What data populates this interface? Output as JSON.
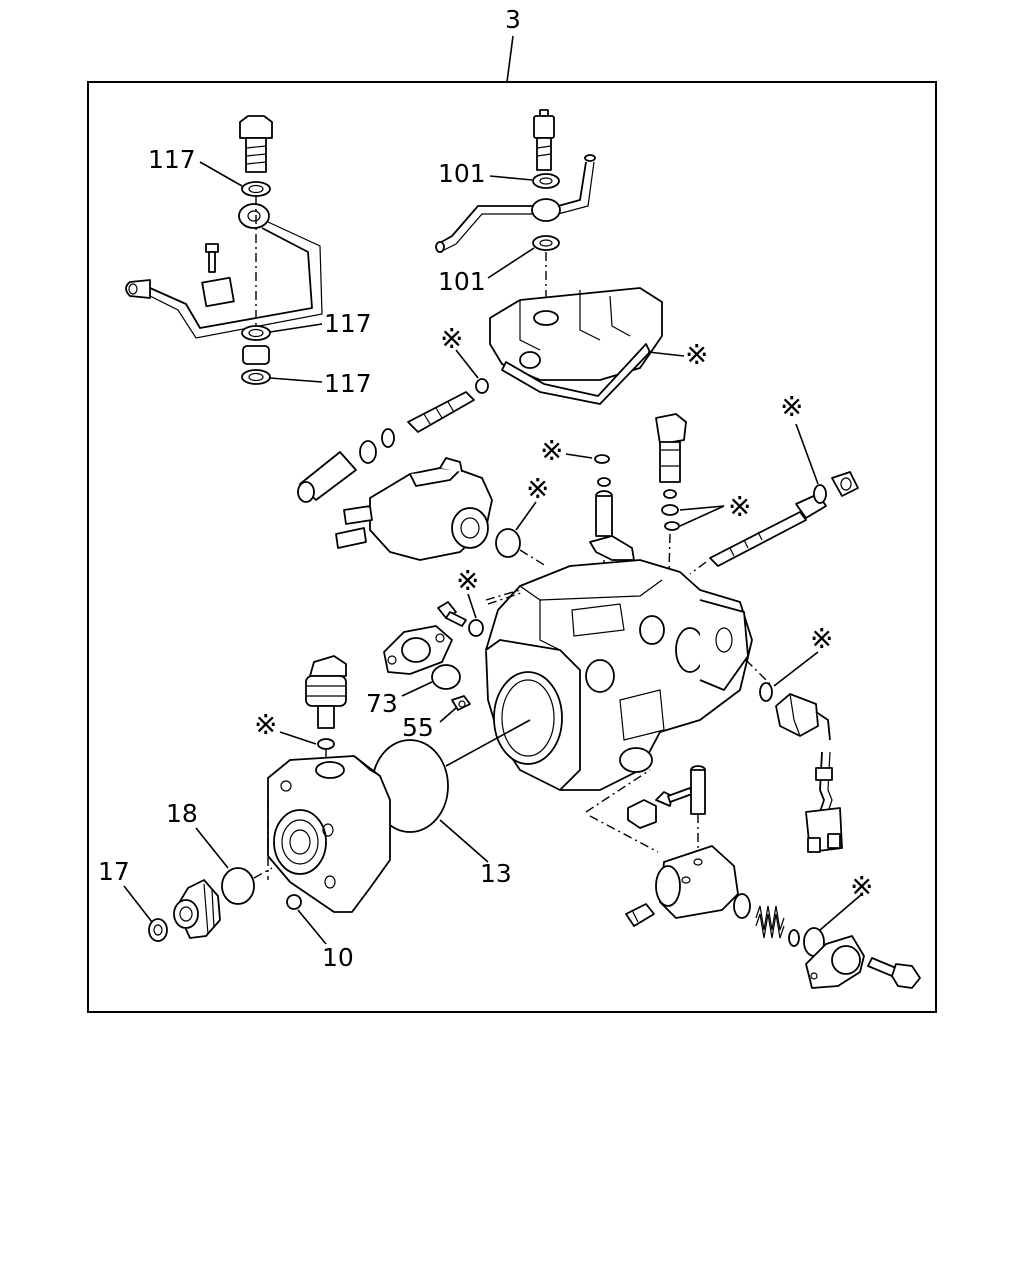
{
  "diagram": {
    "assembly_ref": "3",
    "callouts": {
      "c117a": "117",
      "c117b": "117",
      "c117c": "117",
      "c101a": "101",
      "c101b": "101",
      "c73": "73",
      "c55": "55",
      "c18": "18",
      "c17": "17",
      "c10": "10",
      "c13": "13"
    },
    "asterisk": "※"
  }
}
